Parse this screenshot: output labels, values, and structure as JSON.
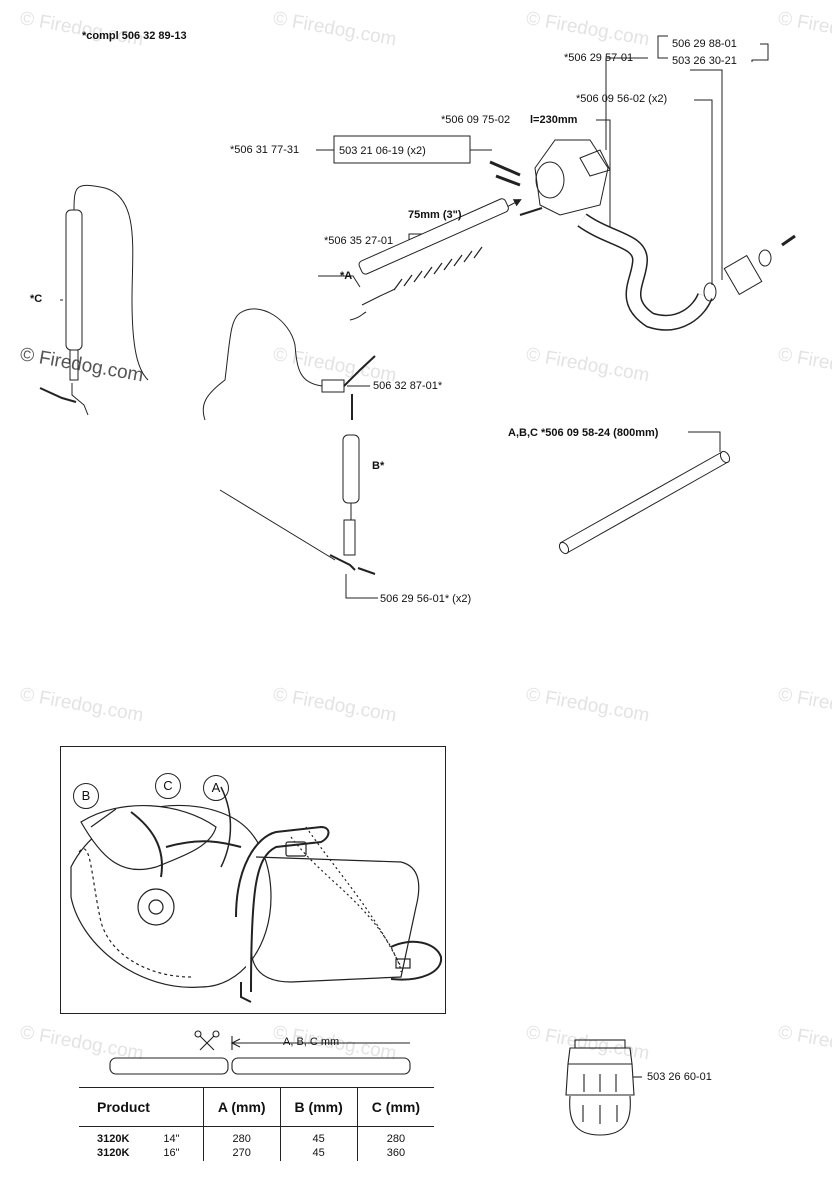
{
  "labels": {
    "compl": "*compl 506 32 89-13",
    "p506295701": "*506 29 57-01",
    "p506298801": "506 29 88-01",
    "p503263021": "503 26 30-21",
    "p506095602": "*506 09 56-02 (x2)",
    "p506097502": "*506 09 75-02",
    "p506097502_len": "l=230mm",
    "p506317731": "*506 31 77-31",
    "p503210619": "503 21 06-19 (x2)",
    "dim75": "75mm (3\")",
    "p506352701": "*506 35 27-01",
    "markA": "*A",
    "markC": "*C",
    "markB": "B*",
    "p506328701": "506 32 87-01*",
    "abc": "A,B,C *506 09 58-24 (800mm)",
    "p506295601": "506 29 56-01* (x2)",
    "cut": "A, B, C mm",
    "p503266001": "503 26 60-01"
  },
  "watermark": "© Firedog.com",
  "inset": {
    "circles": [
      "B",
      "C",
      "A"
    ]
  },
  "table": {
    "headers": [
      "Product",
      "A (mm)",
      "B (mm)",
      "C (mm)"
    ],
    "rows": [
      [
        "3120K",
        "14\"",
        "280",
        "45",
        "280"
      ],
      [
        "3120K",
        "16\"",
        "270",
        "45",
        "360"
      ]
    ]
  }
}
